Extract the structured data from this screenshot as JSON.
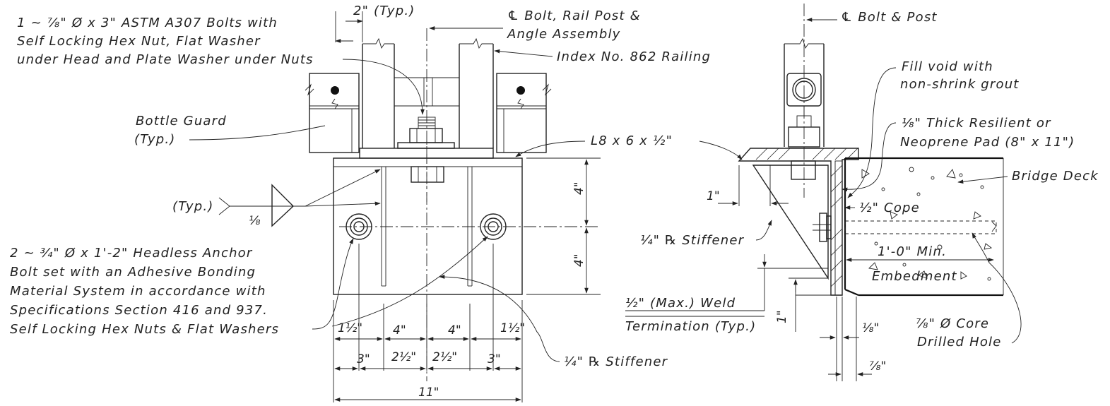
{
  "left_view": {
    "bolt_note": [
      "1 ~ ⅞\" Ø x 3\" ASTM A307 Bolts with",
      "Self Locking Hex Nut, Flat Washer",
      "under Head and Plate Washer under Nuts"
    ],
    "typ_2in": "2\" (Typ.)",
    "cl_bolt_rail": [
      "℄ Bolt, Rail Post &",
      "Angle Assembly"
    ],
    "railing_index": "Index No. 862 Railing",
    "bottle_guard": [
      "Bottle Guard",
      "(Typ.)"
    ],
    "angle": "L8 x 6 x ½\"",
    "weld_typ": "(Typ.)",
    "weld_size": "⅛",
    "anchor_note": [
      "2 ~ ¾\" Ø x 1'-2\" Headless Anchor",
      "Bolt set with an Adhesive Bonding",
      "Material System in accordance with",
      "Specifications Section 416 and 937.",
      "Self Locking Hex Nuts & Flat Washers"
    ],
    "stiffener": "¼\" ℞ Stiffener",
    "dims": {
      "v1": "4\"",
      "v2": "4\"",
      "a1": "1½\"",
      "a2": "4\"",
      "a3": "4\"",
      "a4": "1½\"",
      "b1": "3\"",
      "b2": "2½\"",
      "b3": "2½\"",
      "b4": "3\"",
      "total": "11\""
    }
  },
  "right_view": {
    "cl_bolt_post": "℄ Bolt & Post",
    "fill_void": [
      "Fill void with",
      "non-shrink grout"
    ],
    "pad": [
      "⅛\" Thick Resilient or",
      "Neoprene Pad (8\" x 11\")"
    ],
    "bridge_deck": "Bridge Deck",
    "dim_1in": "1\"",
    "cope": "½\" Cope",
    "stiffener": "¼\" ℞ Stiffener",
    "min_embed": [
      "1'-0\" Min.",
      "Embedment"
    ],
    "weld_term": [
      "½\" (Max.) Weld",
      "Termination (Typ.)"
    ],
    "dim_1in_v": "1\"",
    "dim_1_8": "⅛\"",
    "dim_7_8": "⅞\"",
    "core_hole": [
      "⅞\" Ø Core",
      "Drilled Hole"
    ]
  }
}
